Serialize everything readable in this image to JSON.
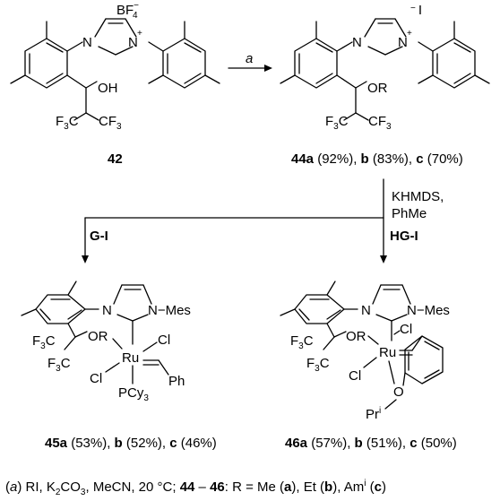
{
  "compounds": {
    "c42": {
      "number": "42",
      "counter_ion": "BF",
      "counter_sub": "4",
      "counter_charge": "−"
    },
    "c44": {
      "number": "44a",
      "yields": " (92%), ",
      "b": "b",
      "b_yield": " (83%), ",
      "c": "c",
      "c_yield": " (70%)",
      "counter_ion": "I",
      "counter_charge": "−"
    },
    "c45": {
      "number": "45a",
      "yields": " (53%), ",
      "b": "b",
      "b_yield": " (52%), ",
      "c": "c",
      "c_yield": " (46%)"
    },
    "c46": {
      "number": "46a",
      "yields": " (57%), ",
      "b": "b",
      "b_yield": " (51%), ",
      "c": "c",
      "c_yield": " (50%)"
    }
  },
  "atoms": {
    "N": "N",
    "plus": "+",
    "OH": "OH",
    "OR": "OR",
    "F3C": "F",
    "CF3": "CF",
    "three": "3",
    "Ru": "Ru",
    "Cl": "Cl",
    "Ph": "Ph",
    "PCy": "PCy",
    "Mes": "N−Mes",
    "O": "O",
    "Pr": "Pr",
    "Pr_sup": "i"
  },
  "arrows": {
    "a": "a",
    "base_line1": "KHMDS,",
    "base_line2": "PhMe",
    "branch_left": "G-I",
    "branch_right": "HG-I"
  },
  "caption": {
    "open": "(",
    "a": "a",
    "text1": ") RI, K",
    "sub2": "2",
    "text2": "CO",
    "sub3": "3",
    "text3": ", MeCN, 20 °C; ",
    "range": "44",
    "dash": " – ",
    "range_end": "46",
    "text4": ": R = Me (",
    "ra": "a",
    "text5": "), Et (",
    "rb": "b",
    "text6": "), Am",
    "sup_i": "i",
    "text7": " (",
    "rc": "c",
    "text8": ")"
  }
}
